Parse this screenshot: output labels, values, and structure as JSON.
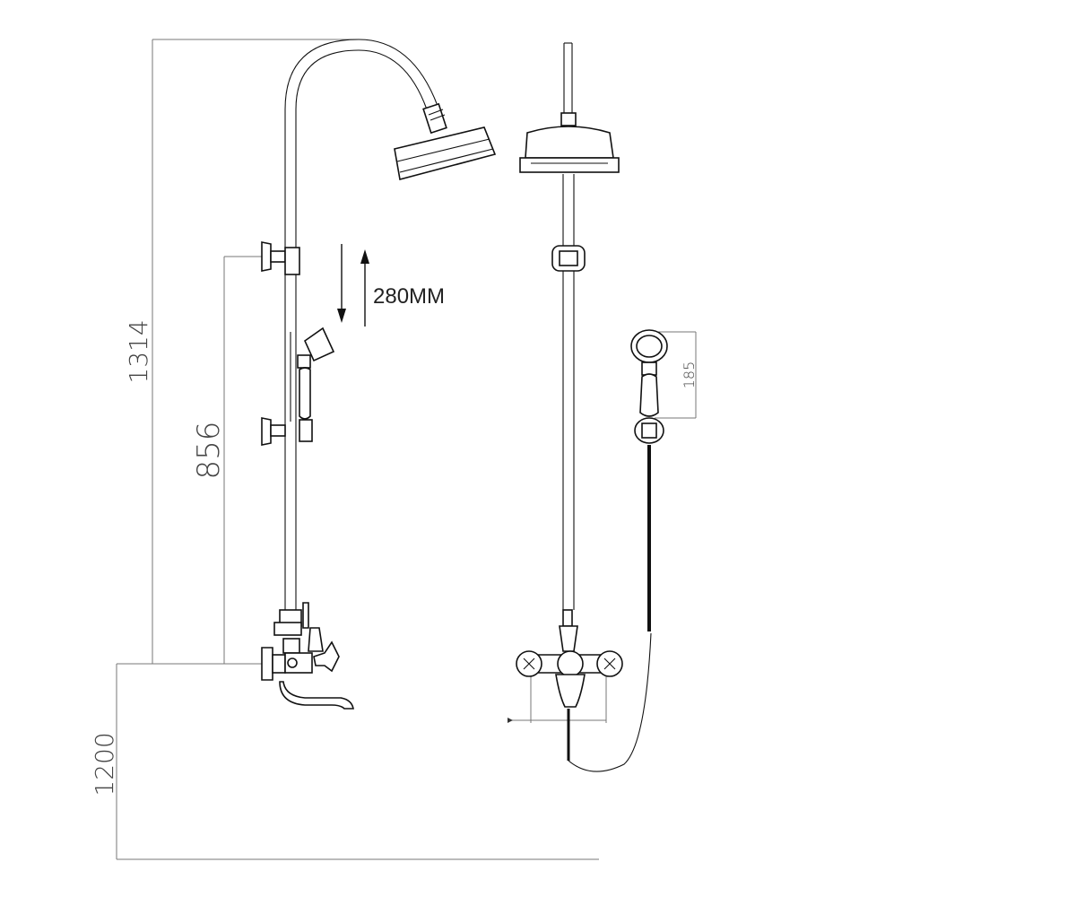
{
  "dimensions": {
    "height_total": "1314",
    "height_slider": "856",
    "height_mount": "1200",
    "slide_range": "280MM",
    "handshower_length": "185"
  },
  "colors": {
    "line": "#111111",
    "dimension_line": "#777777",
    "dimension_text": "#444444"
  }
}
